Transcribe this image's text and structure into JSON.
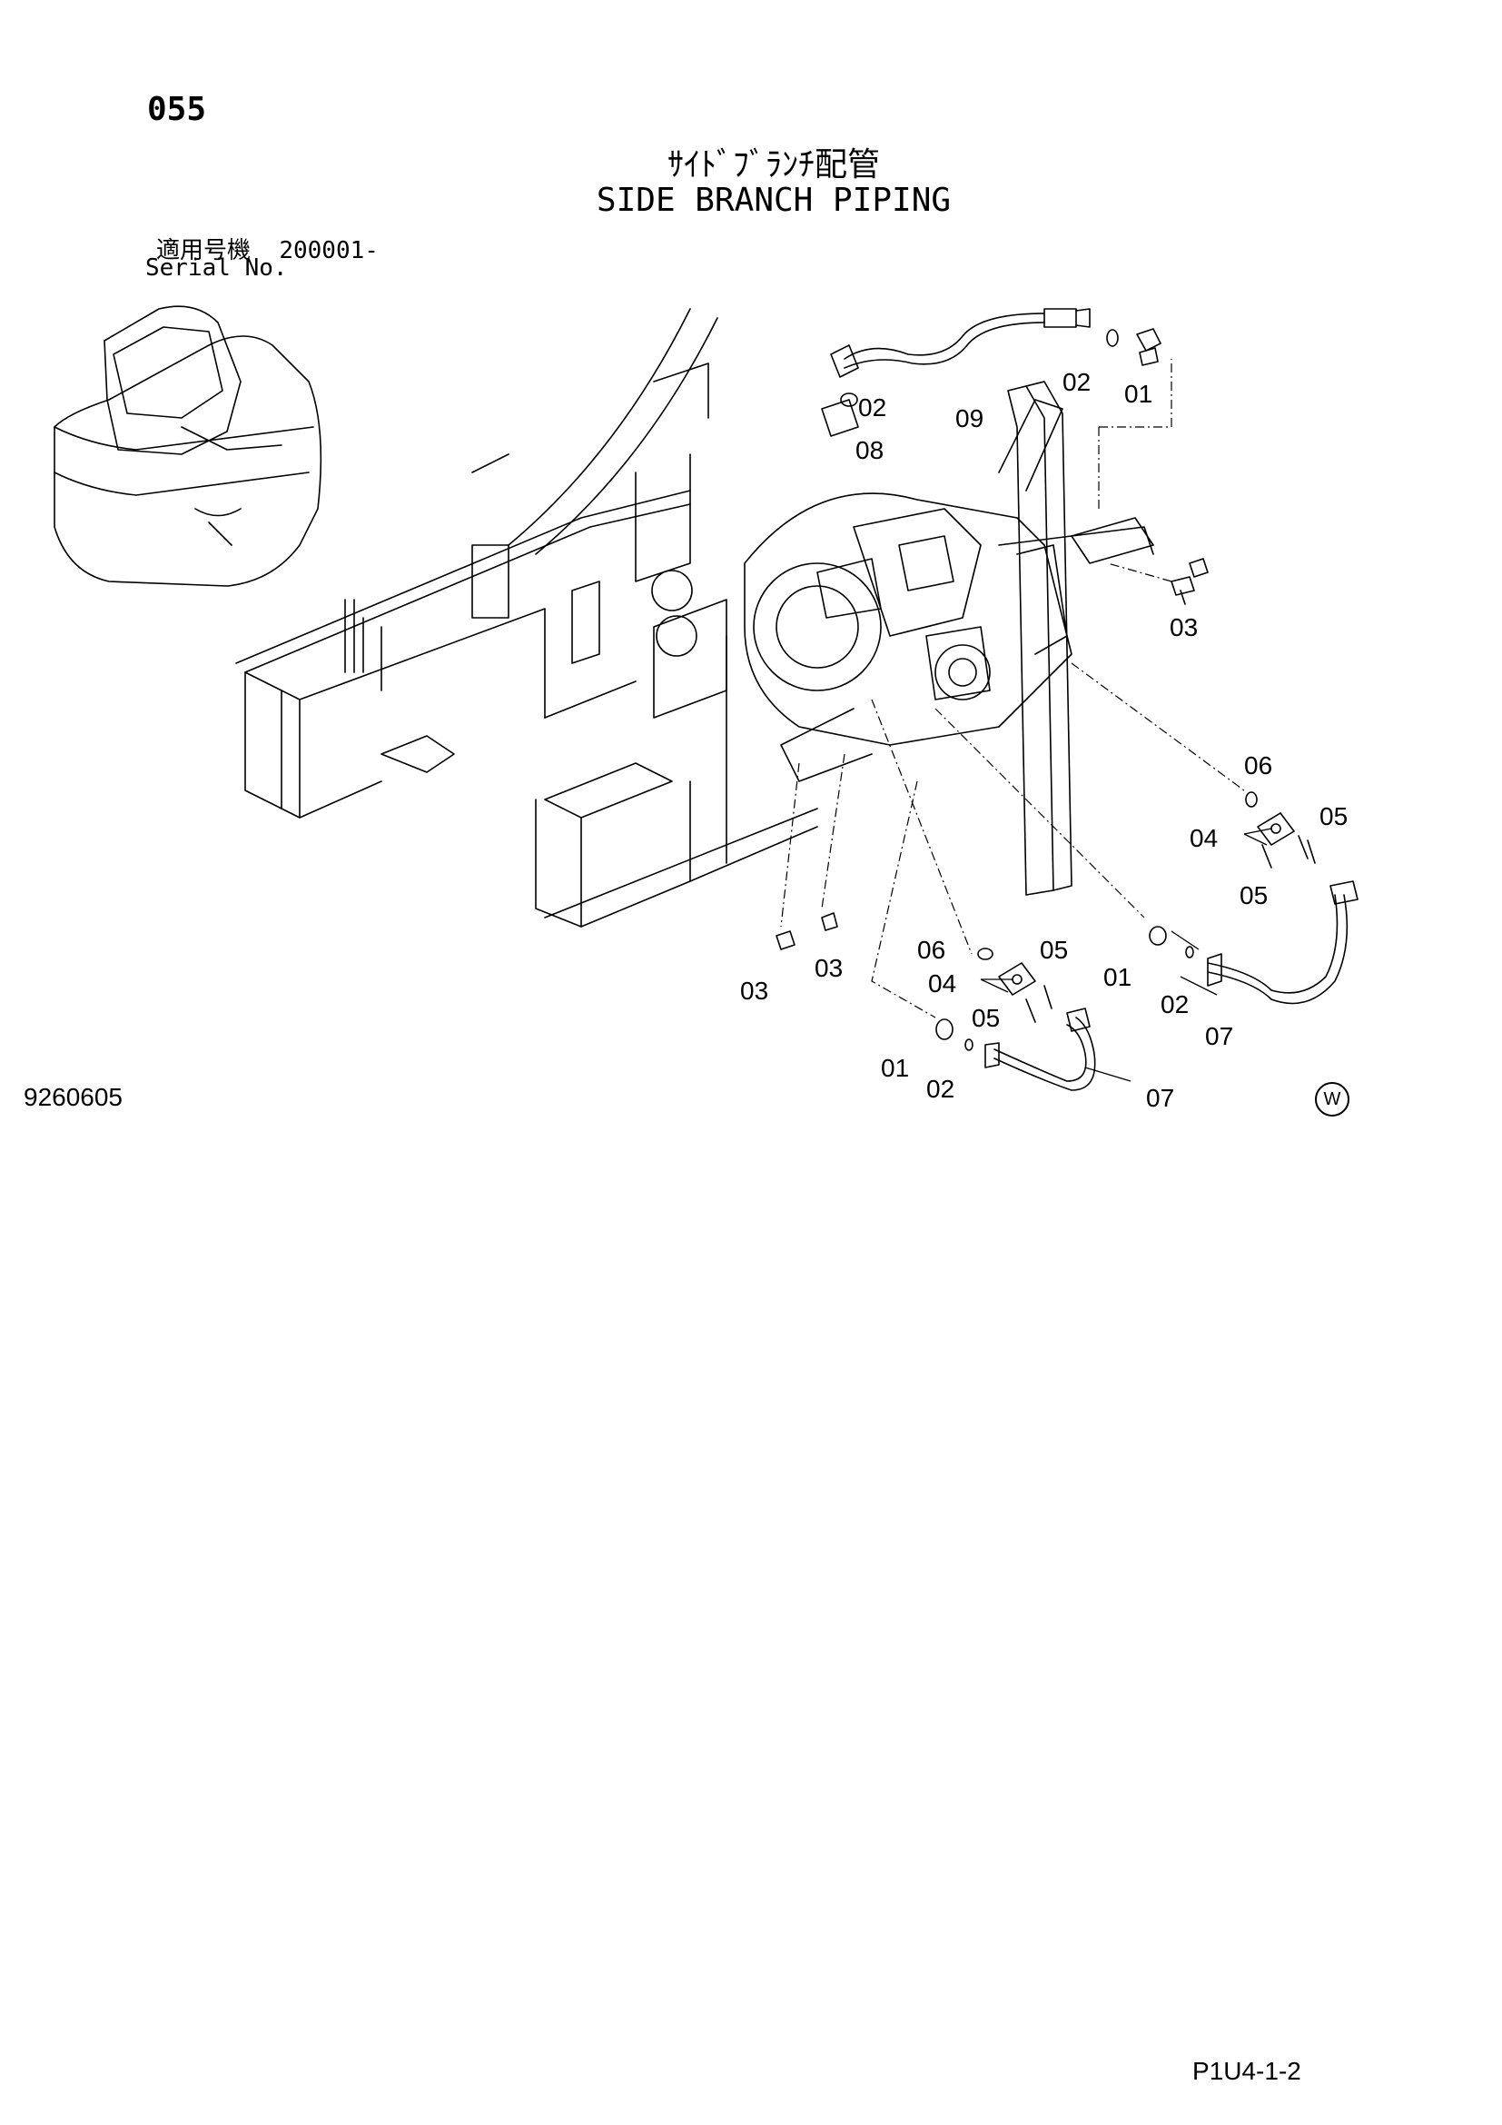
{
  "header": {
    "page_number": "055",
    "title_jp": "ｻｲﾄﾞﾌﾞﾗﾝﾁ配管",
    "title_en": "SIDE BRANCH PIPING",
    "serial_label_jp": "適用号機",
    "serial_value": "200001-",
    "serial_label_en": "Serial No."
  },
  "footer": {
    "drawing_number": "9260605",
    "mark": "W",
    "page_code": "P1U4-1-2"
  },
  "callouts": [
    {
      "label": "02"
    },
    {
      "label": "01"
    },
    {
      "label": "02"
    },
    {
      "label": "09"
    },
    {
      "label": "08"
    },
    {
      "label": "03"
    },
    {
      "label": "06"
    },
    {
      "label": "05"
    },
    {
      "label": "04"
    },
    {
      "label": "05"
    },
    {
      "label": "03"
    },
    {
      "label": "03"
    },
    {
      "label": "06"
    },
    {
      "label": "05"
    },
    {
      "label": "04"
    },
    {
      "label": "05"
    },
    {
      "label": "01"
    },
    {
      "label": "02"
    },
    {
      "label": "07"
    },
    {
      "label": "01"
    },
    {
      "label": "02"
    },
    {
      "label": "07"
    }
  ]
}
